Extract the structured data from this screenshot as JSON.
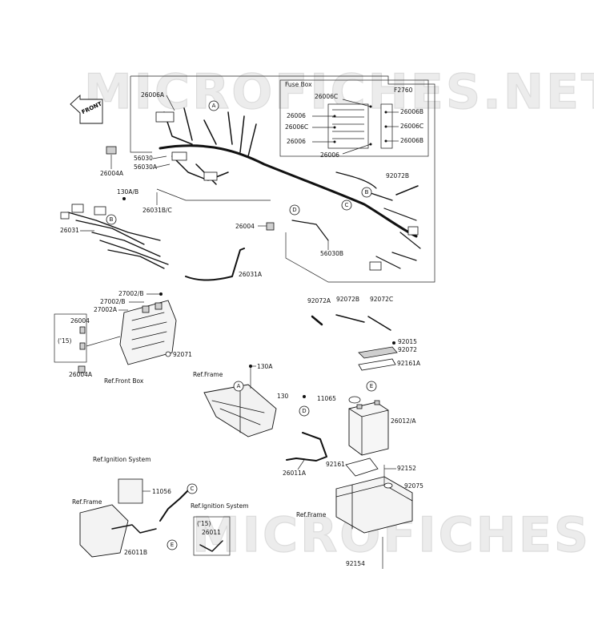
{
  "watermark": "MICROFICHES.NET",
  "fuse_box": {
    "title": "Fuse Box",
    "labels": [
      "26006C",
      "26006",
      "26006C",
      "26006",
      "26006",
      "26006B",
      "26006C",
      "26006B",
      "F2760"
    ]
  },
  "front_marker": "FRONT",
  "part_numbers": {
    "p26006A": "26006A",
    "p26004A_top": "26004A",
    "p130AB": "130A/B",
    "p26031BC": "26031B/C",
    "p56030": "56030",
    "p56030A": "56030A",
    "p26031": "26031",
    "p26004_mid": "26004",
    "p56030B": "56030B",
    "p26031A": "26031A",
    "p92072B_top": "92072B",
    "p27002B": "27002/B",
    "p27002B2": "27002/B",
    "p27002A": "27002A",
    "p26004_left": "26004",
    "p15_left": "('15)",
    "p26004A_left": "26004A",
    "p92071": "92071",
    "p92072A": "92072A",
    "p92072B_mid": "92072B",
    "p92072C": "92072C",
    "p92015": "92015",
    "p92072": "92072",
    "p92161A": "92161A",
    "p130A": "130A",
    "p130": "130",
    "p11065": "11065",
    "p26012A": "26012/A",
    "p92161": "92161",
    "p26011A": "26011A",
    "p92152": "92152",
    "p92075": "92075",
    "p11056": "11056",
    "p26011B": "26011B",
    "p15_bottom": "('15)",
    "p26011": "26011",
    "p92154": "92154"
  },
  "refs": {
    "front_box": "Ref.Front Box",
    "frame_mid": "Ref.Frame",
    "ignition_top": "Ref.Ignition System",
    "frame_bottom": "Ref.Frame",
    "ignition_mid": "Ref.Ignition System",
    "frame_right": "Ref.Frame"
  },
  "callouts": [
    "A",
    "B",
    "C",
    "D",
    "E"
  ]
}
